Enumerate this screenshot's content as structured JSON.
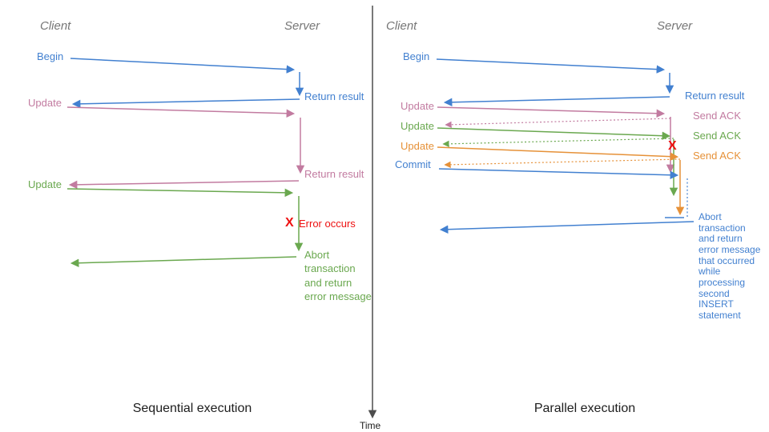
{
  "colors": {
    "blue": "#4280d0",
    "pink": "#c27ba0",
    "green": "#6aa84f",
    "orange": "#e69138",
    "red": "#ee1111",
    "gray": "#767676",
    "axis": "#4d4d4d",
    "titlecol": "#1d1d1d"
  },
  "time_axis": {
    "label": "Time"
  },
  "sequential": {
    "title": "Sequential execution",
    "client_header": "Client",
    "server_header": "Server",
    "begin_label": "Begin",
    "return_result_1": "Return result",
    "update_1": "Update",
    "return_result_2": "Return result",
    "update_2": "Update",
    "error_mark": "X",
    "error_label": "Error occurs",
    "abort_label": "Abort\ntransaction\nand return\nerror message"
  },
  "parallel": {
    "title": "Parallel execution",
    "client_header": "Client",
    "server_header": "Server",
    "begin_label": "Begin",
    "return_result": "Return result",
    "update_1": "Update",
    "ack_1": "Send ACK",
    "update_2": "Update",
    "ack_2": "Send ACK",
    "update_3": "Update",
    "ack_3": "Send ACK",
    "commit_label": "Commit",
    "error_mark": "X",
    "abort_label": "Abort\ntransaction\nand return\nerror message\nthat occurred\nwhile\nprocessing\nsecond\nINSERT\nstatement"
  }
}
